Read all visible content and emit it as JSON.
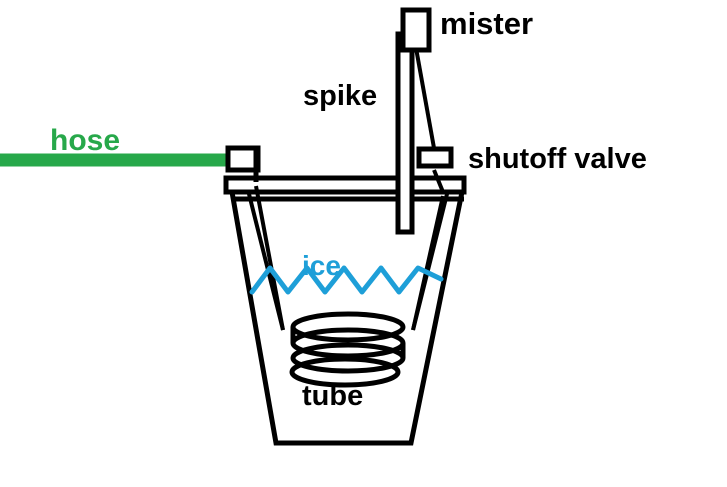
{
  "diagram": {
    "title": "Evaporative cooler / misting bucket diagram",
    "background_color": "#ffffff",
    "colors": {
      "outline": "#000000",
      "hose": "#27a84a",
      "ice": "#1e9fd8"
    },
    "labels": {
      "mister": "mister",
      "spike": "spike",
      "shutoff_valve": "shutoff valve",
      "hose": "hose",
      "ice": "ice",
      "tube": "tube"
    },
    "parts": [
      {
        "name": "mister",
        "label": "mister",
        "shape": "small-rectangle-head",
        "color": "#000000"
      },
      {
        "name": "spike",
        "label": "spike",
        "shape": "tall-narrow-tube",
        "color": "#000000"
      },
      {
        "name": "shutoff-valve",
        "label": "shutoff valve",
        "shape": "inline-valve-block",
        "color": "#000000"
      },
      {
        "name": "hose",
        "label": "hose",
        "shape": "horizontal-line",
        "color": "#27a84a"
      },
      {
        "name": "ice",
        "label": "ice",
        "shape": "zigzag-fill-line",
        "color": "#1e9fd8"
      },
      {
        "name": "tube",
        "label": "tube",
        "shape": "coil-of-ellipses",
        "color": "#000000"
      },
      {
        "name": "bucket",
        "label": "",
        "shape": "tapered-container",
        "color": "#000000"
      },
      {
        "name": "lid",
        "label": "",
        "shape": "horizontal-bar",
        "color": "#000000"
      }
    ]
  }
}
